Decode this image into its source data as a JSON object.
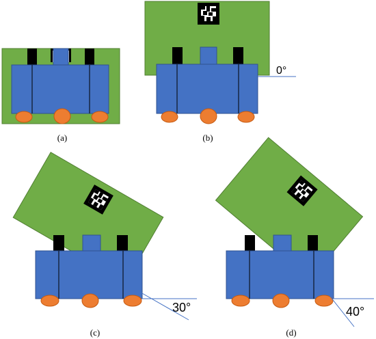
{
  "colors": {
    "board": "#70AD47",
    "board_edge": "#507E32",
    "body": "#4472C4",
    "body_edge": "#2F528F",
    "wheel": "#ED7D31",
    "wheel_edge": "#C55A11",
    "post": "#000000",
    "ground_line": "#4472C4"
  },
  "panels": {
    "a": {
      "caption": "(a)"
    },
    "b": {
      "caption": "(b)",
      "angle_label": "0°"
    },
    "c": {
      "caption": "(c)",
      "angle_label": "30°"
    },
    "d": {
      "caption": "(d)",
      "angle_label": "40°"
    }
  }
}
